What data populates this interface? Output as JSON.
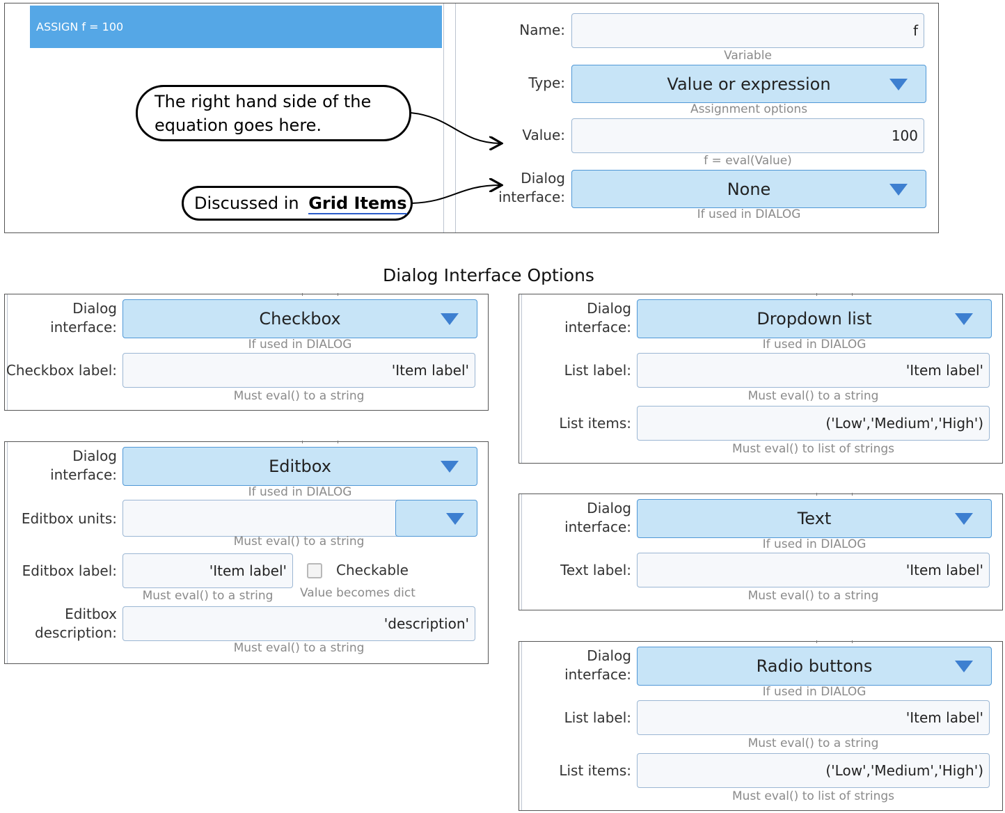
{
  "top": {
    "assign_statement": "ASSIGN f = 100",
    "name_label": "Name:",
    "name_value": "f",
    "name_hint": "Variable",
    "type_label": "Type:",
    "type_value": "Value or expression",
    "type_hint": "Assignment options",
    "value_label": "Value:",
    "value_value": "100",
    "value_hint": "f = eval(Value)",
    "dialog_label_1": "Dialog",
    "dialog_label_2": "interface:",
    "dialog_value": "None",
    "dialog_hint": "If used in DIALOG",
    "callout_rhs_line1": "The right hand side of the",
    "callout_rhs_line2": "equation goes here.",
    "callout_grid_prefix": "Discussed in",
    "callout_grid_link": "Grid Items"
  },
  "section_title": "Dialog Interface Options",
  "common": {
    "dialog_label_1": "Dialog",
    "dialog_label_2": "interface:",
    "dialog_hint": "If used in DIALOG",
    "must_string": "Must eval() to a string",
    "must_list": "Must eval() to list of strings",
    "item_label": "'Item label'",
    "list_items": "('Low','Medium','High')"
  },
  "checkbox": {
    "dialog_value": "Checkbox",
    "label": "Checkbox label:"
  },
  "editbox": {
    "dialog_value": "Editbox",
    "units_label": "Editbox units:",
    "units_value": "",
    "label_label": "Editbox label:",
    "checkable_label": "Checkable",
    "checkable_hint": "Value becomes dict",
    "desc_label_1": "Editbox",
    "desc_label_2": "description:",
    "desc_value": "'description'"
  },
  "dropdown": {
    "dialog_value": "Dropdown list",
    "list_label": "List label:",
    "items_label": "List items:"
  },
  "text": {
    "dialog_value": "Text",
    "label": "Text label:"
  },
  "radio": {
    "dialog_value": "Radio buttons",
    "list_label": "List label:",
    "items_label": "List items:"
  }
}
